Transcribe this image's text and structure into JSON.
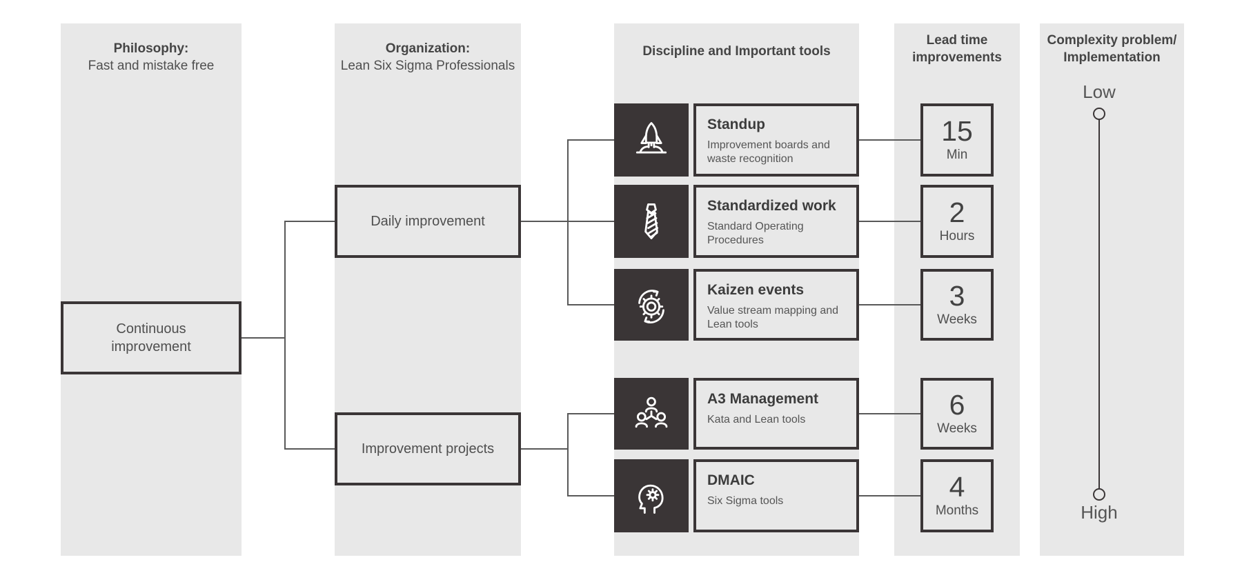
{
  "columns": {
    "philosophy": {
      "title": "Philosophy:",
      "subtitle": "Fast and mistake free"
    },
    "organization": {
      "title": "Organization:",
      "subtitle": "Lean Six Sigma Professionals"
    },
    "tools": {
      "title": "Discipline and Important tools"
    },
    "lead_time": {
      "title_line1": "Lead time",
      "title_line2": "improvements"
    },
    "complexity": {
      "title_line1": "Complexity problem/",
      "title_line2": "Implementation"
    }
  },
  "root_box": {
    "label": "Continuous\nimprovement"
  },
  "level2": [
    {
      "label": "Daily improvement"
    },
    {
      "label": "Improvement projects"
    }
  ],
  "tools": [
    {
      "icon": "rocket-icon",
      "title": "Standup",
      "desc": "Improvement boards and waste recognition",
      "lead_value": "15",
      "lead_unit": "Min"
    },
    {
      "icon": "necktie-icon",
      "title": "Standardized work",
      "desc": "Standard Operating Procedures",
      "lead_value": "2",
      "lead_unit": "Hours"
    },
    {
      "icon": "gear-cycle-icon",
      "title": "Kaizen events",
      "desc": "Value stream mapping and Lean tools",
      "lead_value": "3",
      "lead_unit": "Weeks"
    },
    {
      "icon": "team-icon",
      "title": "A3 Management",
      "desc": "Kata and Lean tools",
      "lead_value": "6",
      "lead_unit": "Weeks"
    },
    {
      "icon": "head-gear-icon",
      "title": "DMAIC",
      "desc": "Six Sigma tools",
      "lead_value": "4",
      "lead_unit": "Months"
    }
  ],
  "scale": {
    "top": "Low",
    "bottom": "High"
  },
  "colors": {
    "panel": "#e8e8e8",
    "dark_box": "#3a3536",
    "line": "#585858",
    "text": "#4f4f4f"
  }
}
